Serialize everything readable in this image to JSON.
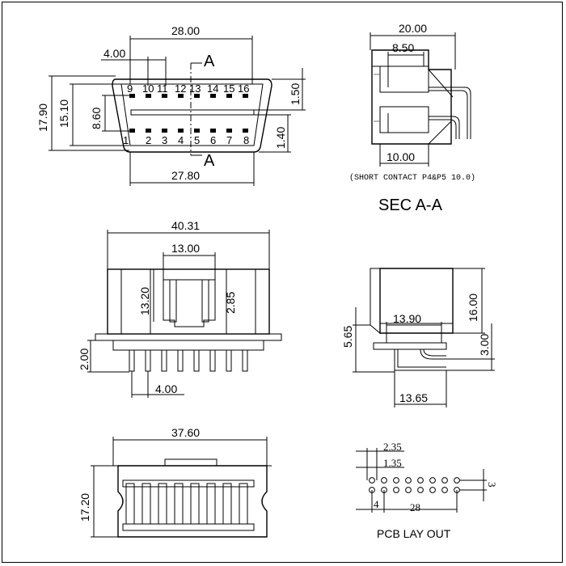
{
  "front_view": {
    "dims": {
      "top_width": "28.00",
      "left_offset": "4.00",
      "section_mark_top": "A",
      "section_mark_bottom": "A",
      "overall_height": "17.90",
      "body_height": "15.10",
      "inner_height": "8.60",
      "right_top": "1.50",
      "right_bottom": "1.40",
      "bottom_width": "27.80"
    },
    "top_pins": [
      "9",
      "10",
      "11",
      "12",
      "13",
      "14",
      "15",
      "16"
    ],
    "bottom_pins": [
      "1",
      "2",
      "3",
      "4",
      "5",
      "6",
      "7",
      "8"
    ]
  },
  "section_view": {
    "dims": {
      "width": "20.00",
      "inner": "8.50",
      "bottom": "10.00"
    },
    "note": "(SHORT CONTACT P4&P5 10.0)",
    "title": "SEC A-A"
  },
  "top_view": {
    "dims": {
      "overall_width": "40.31",
      "slot_width": "13.00",
      "slot_height": "13.20",
      "slot_inner": "2.85",
      "standoff": "2.00",
      "pitch": "4.00"
    }
  },
  "side_view": {
    "dims": {
      "height": "16.00",
      "base_width": "13.90",
      "left_height": "5.65",
      "pin_height": "3.00",
      "pin_span": "13.65"
    }
  },
  "bottom_view": {
    "dims": {
      "width": "37.60",
      "height": "17.20"
    }
  },
  "pcb_layout": {
    "dims": {
      "d1": "2.35",
      "d2": "1.35",
      "row_gap": "3",
      "pitch": "4",
      "span": "28"
    },
    "title": "PCB LAY OUT"
  }
}
